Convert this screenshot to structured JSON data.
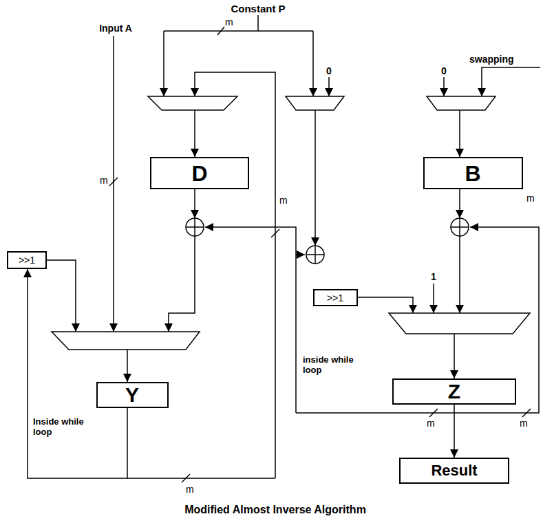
{
  "diagram": {
    "caption": "Modified Almost Inverse Algorithm",
    "nodes": [
      {
        "text": [
          "D"
        ]
      },
      {
        "text": [
          "B"
        ]
      },
      {
        "text": [
          ">>1"
        ]
      },
      {
        "text": [
          ">>1"
        ]
      },
      {
        "text": [
          "Z"
        ]
      },
      {
        "text": [
          "Y"
        ]
      },
      {
        "text": [
          "Result"
        ]
      }
    ],
    "edges": [
      {
        "from": 5,
        "to": 2,
        "arrow": "to"
      },
      {
        "from": 4,
        "to": 6,
        "arrow": "to"
      }
    ],
    "labels": [
      "Constant P",
      "Input A",
      "m",
      "m",
      "m",
      "m",
      "m",
      "m",
      "m",
      "0",
      "0",
      "swapping",
      "1",
      "Inside while loop",
      "inside while loop"
    ]
  }
}
